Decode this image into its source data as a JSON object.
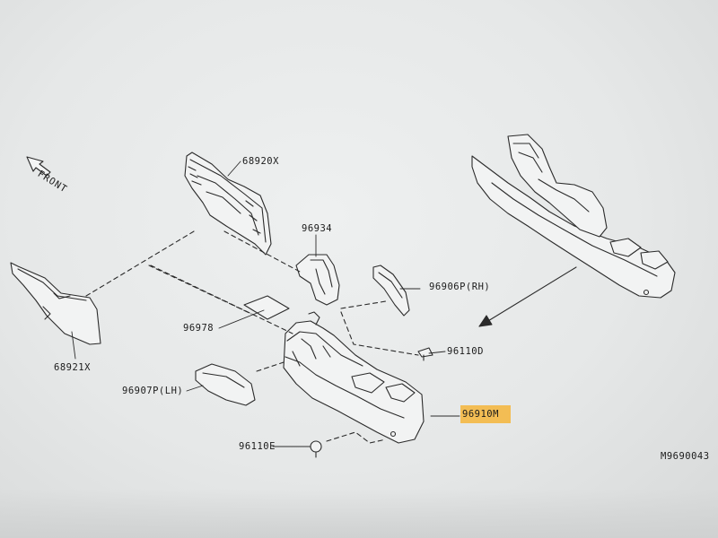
{
  "direction_label": "FRONT",
  "parts": {
    "p68920x": "68920X",
    "p68921x": "68921X",
    "p96934": "96934",
    "p96906p": "96906P(RH)",
    "p96978": "96978",
    "p96110d": "96110D",
    "p96907p": "96907P(LH)",
    "p96910m": "96910M",
    "p96110e": "96110E"
  },
  "highlight_color": "#f5b53a",
  "diagram_code": "M9690043"
}
